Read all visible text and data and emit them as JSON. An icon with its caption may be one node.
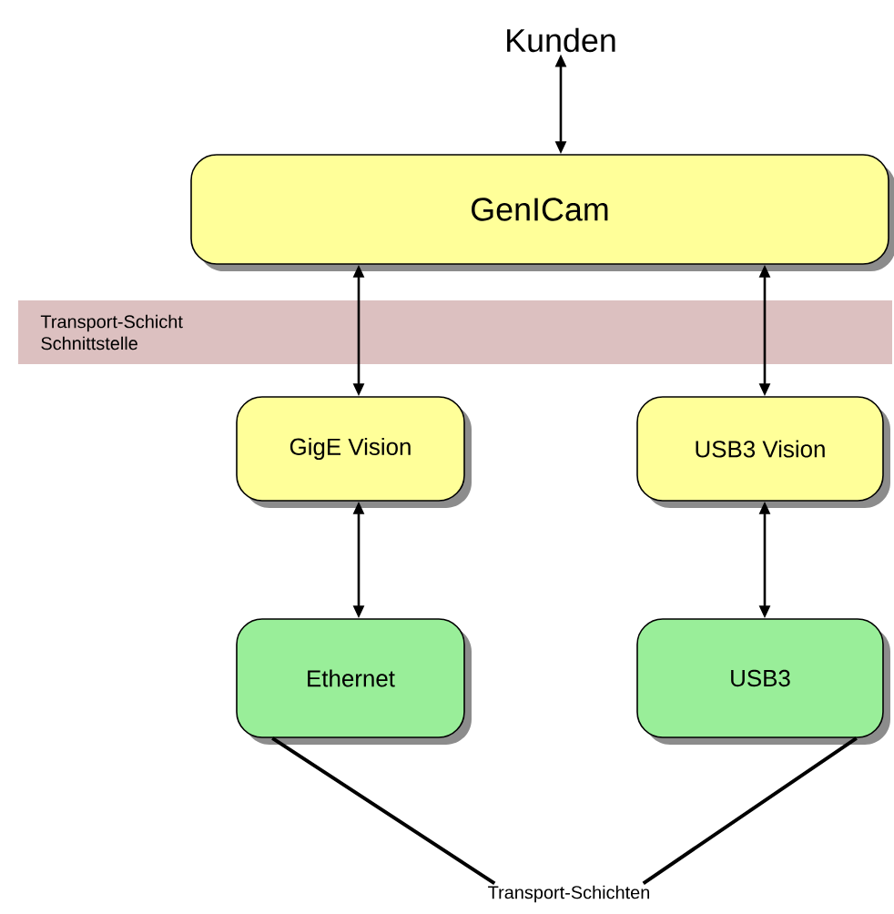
{
  "diagram": {
    "nodes": [
      {
        "text": [
          "Kunden"
        ]
      },
      {
        "text": [
          "GenICam"
        ]
      },
      {
        "text": [
          "GigE Vision"
        ]
      },
      {
        "text": [
          "USB3 Vision"
        ]
      },
      {
        "text": [
          "Ethernet"
        ]
      },
      {
        "text": [
          "USB3"
        ]
      },
      {
        "text": [
          "Transport-Schichten"
        ]
      }
    ],
    "edges": [
      {
        "from": 0,
        "to": 1,
        "arrow": "both"
      },
      {
        "from": 1,
        "to": 2,
        "arrow": "both"
      },
      {
        "from": 1,
        "to": 3,
        "arrow": "both"
      },
      {
        "from": 2,
        "to": 4,
        "arrow": "both"
      },
      {
        "from": 3,
        "to": 5,
        "arrow": "both"
      },
      {
        "from": 6,
        "to": 4,
        "arrow": "none"
      },
      {
        "from": 6,
        "to": 5,
        "arrow": "none"
      }
    ],
    "labels": [
      "Transport-Schicht Schnittstelle"
    ]
  }
}
